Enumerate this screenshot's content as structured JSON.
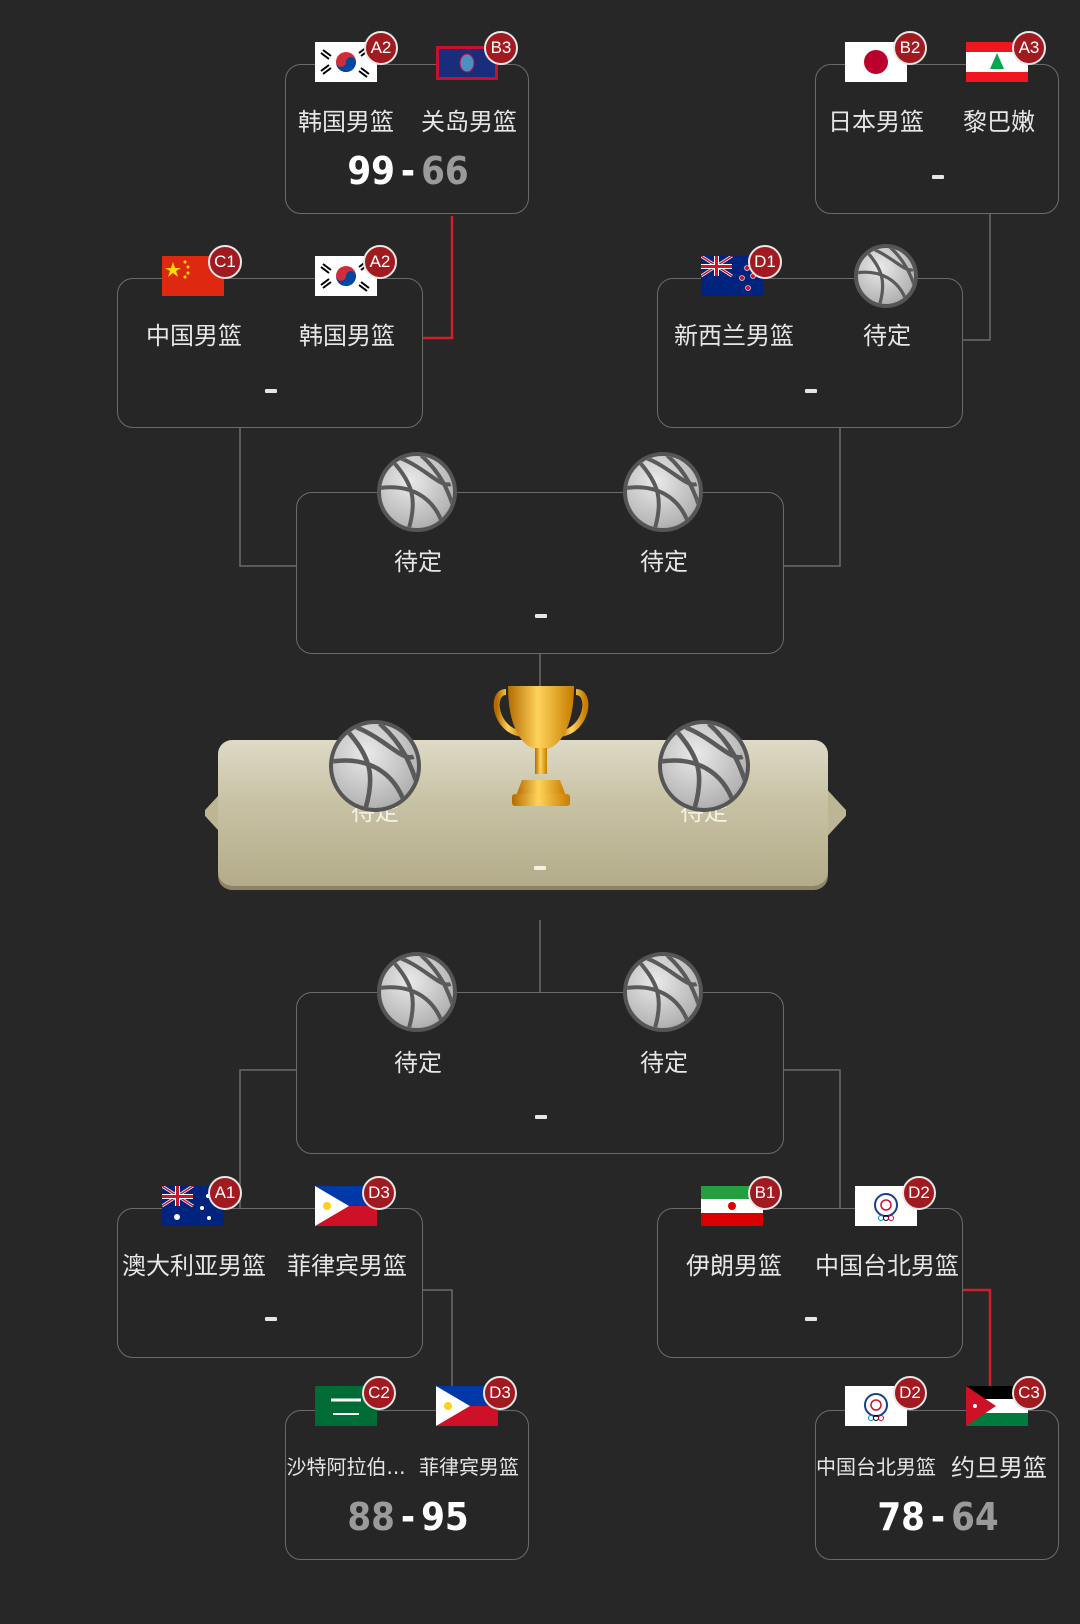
{
  "colors": {
    "background": "#272727",
    "card_border": "#6b6b6b",
    "highlight_line": "#d0202c",
    "badge": "#a11a1f"
  },
  "top": {
    "r1_left": {
      "team1": {
        "name": "韩国男篮",
        "seed": "A2",
        "flag": "korea-flag"
      },
      "team2": {
        "name": "关岛男篮",
        "seed": "B3",
        "flag": "guam-flag"
      },
      "score1": "99",
      "score2": "66"
    },
    "r1_right": {
      "team1": {
        "name": "日本男篮",
        "seed": "B2",
        "flag": "japan-flag"
      },
      "team2": {
        "name": "黎巴嫩",
        "seed": "A3",
        "flag": "lebanon-flag"
      }
    },
    "qf_left": {
      "team1": {
        "name": "中国男篮",
        "seed": "C1",
        "flag": "china-flag"
      },
      "team2": {
        "name": "韩国男篮",
        "seed": "A2",
        "flag": "korea-flag"
      }
    },
    "qf_right": {
      "team1": {
        "name": "新西兰男篮",
        "seed": "D1",
        "flag": "new-zealand-flag"
      },
      "team2": {
        "name": "待定",
        "icon": "basketball-icon"
      }
    },
    "sf": {
      "team1": {
        "name": "待定"
      },
      "team2": {
        "name": "待定"
      }
    }
  },
  "final": {
    "team1": {
      "name": "待定"
    },
    "team2": {
      "name": "待定"
    },
    "trophy": "trophy-icon"
  },
  "bottom": {
    "sf": {
      "team1": {
        "name": "待定"
      },
      "team2": {
        "name": "待定"
      }
    },
    "qf_left": {
      "team1": {
        "name": "澳大利亚男篮",
        "seed": "A1",
        "flag": "australia-flag"
      },
      "team2": {
        "name": "菲律宾男篮",
        "seed": "D3",
        "flag": "philippines-flag"
      }
    },
    "qf_right": {
      "team1": {
        "name": "伊朗男篮",
        "seed": "B1",
        "flag": "iran-flag"
      },
      "team2": {
        "name": "中国台北男篮",
        "seed": "D2",
        "flag": "chinese-taipei-flag"
      }
    },
    "r1_left": {
      "team1": {
        "name": "沙特阿拉伯...",
        "seed": "C2",
        "flag": "saudi-flag"
      },
      "team2": {
        "name": "菲律宾男篮",
        "seed": "D3",
        "flag": "philippines-flag"
      },
      "score1": "88",
      "score2": "95"
    },
    "r1_right": {
      "team1": {
        "name": "中国台北男篮",
        "seed": "D2",
        "flag": "chinese-taipei-flag"
      },
      "team2": {
        "name": "约旦男篮",
        "seed": "C3",
        "flag": "jordan-flag"
      },
      "score1": "78",
      "score2": "64"
    }
  }
}
